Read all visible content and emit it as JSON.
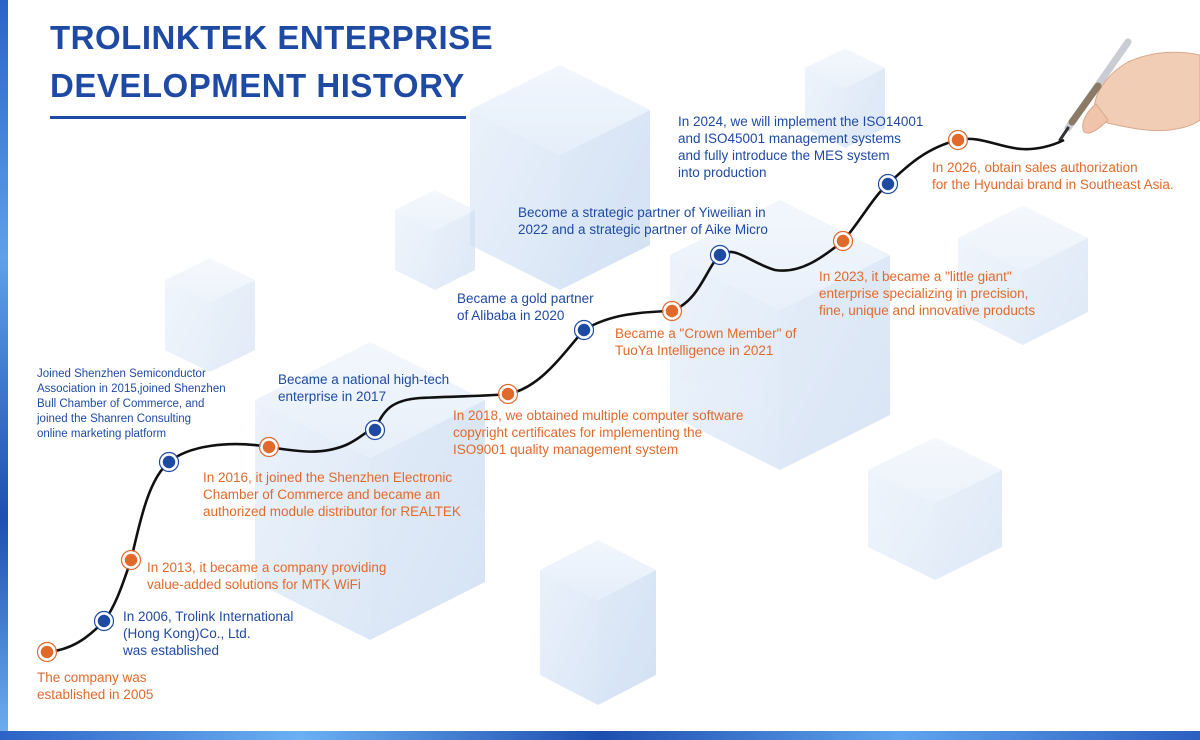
{
  "title": {
    "line1": "TROLINKTEK ENTERPRISE",
    "line2": "DEVELOPMENT HISTORY"
  },
  "colors": {
    "accent_blue": "#1f4aa3",
    "accent_orange": "#e06a2c",
    "path": "#111111"
  },
  "milestones": [
    {
      "id": "2005",
      "color": "orange",
      "lines": [
        "The company was",
        "established in 2005"
      ]
    },
    {
      "id": "2006",
      "color": "blue",
      "lines": [
        "In 2006, Trolink International",
        "(Hong Kong)Co., Ltd.",
        "was established"
      ]
    },
    {
      "id": "2013",
      "color": "orange",
      "lines": [
        "In 2013, it became a company providing",
        "value-added solutions for MTK WiFi"
      ]
    },
    {
      "id": "2015",
      "color": "blue",
      "lines": [
        "Joined Shenzhen Semiconductor",
        "Association in 2015,joined Shenzhen",
        "Bull Chamber of Commerce, and",
        "joined the Shanren Consulting",
        "online marketing platform"
      ]
    },
    {
      "id": "2016",
      "color": "orange",
      "lines": [
        "In 2016, it joined the Shenzhen Electronic",
        "Chamber of Commerce and became an",
        "authorized module distributor for REALTEK"
      ]
    },
    {
      "id": "2017",
      "color": "blue",
      "lines": [
        "Became a national high-tech",
        "enterprise in 2017"
      ]
    },
    {
      "id": "2018",
      "color": "orange",
      "lines": [
        "In 2018, we obtained multiple computer software",
        "copyright certificates for implementing the",
        "ISO9001 quality management system"
      ]
    },
    {
      "id": "2020",
      "color": "blue",
      "lines": [
        "Became a gold partner",
        "of Alibaba in 2020"
      ]
    },
    {
      "id": "2021",
      "color": "orange",
      "lines": [
        "Became a \"Crown Member\" of",
        "TuoYa Intelligence in 2021"
      ]
    },
    {
      "id": "2022",
      "color": "blue",
      "lines": [
        "Become a strategic partner of Yiweilian in",
        "2022 and a strategic partner of Aike Micro"
      ]
    },
    {
      "id": "2023",
      "color": "orange",
      "lines": [
        "In 2023, it became a \"little giant\"",
        "enterprise specializing in precision,",
        "fine, unique and innovative products"
      ]
    },
    {
      "id": "2024",
      "color": "blue",
      "lines": [
        "In 2024, we will implement the ISO14001",
        "and ISO45001 management systems",
        "and fully introduce the MES system",
        "into production"
      ]
    },
    {
      "id": "2026",
      "color": "orange",
      "lines": [
        "In 2026, obtain sales authorization",
        "for the Hyundai brand in Southeast Asia."
      ]
    }
  ]
}
